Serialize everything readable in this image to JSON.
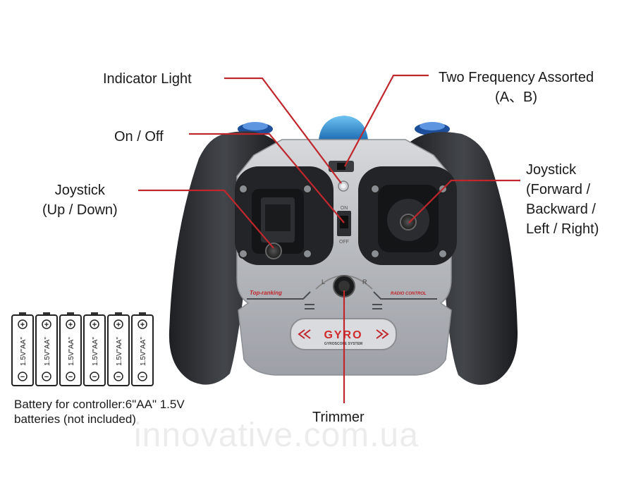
{
  "labels": {
    "indicator_light": "Indicator Light",
    "two_frequency": "Two Frequency Assorted",
    "two_frequency_sub": "(A、B)",
    "on_off": "On / Off",
    "joystick_left": "Joystick",
    "joystick_left_sub": "(Up / Down)",
    "joystick_right": "Joystick",
    "joystick_right_sub1": "(Forward /",
    "joystick_right_sub2": "Backward /",
    "joystick_right_sub3": "Left / Right)",
    "trimmer": "Trimmer",
    "battery_line1": "Battery for controller:6\"AA\" 1.5V",
    "battery_line2": "batteries (not included)"
  },
  "device": {
    "brand_badge": "GYRO",
    "brand_badge_sub": "GYROSCOPE SYSTEM",
    "panel_left_text": "Top-ranking",
    "panel_right_text": "RADIO CONTROL",
    "switch_on": "ON",
    "switch_off": "OFF",
    "trim_left": "L",
    "trim_right": "R"
  },
  "batteries": {
    "label": "1.5V\"AA\"",
    "plus": "+",
    "minus": "−"
  },
  "watermark": "innovative.com.ua",
  "colors": {
    "pointer_line": "#c0272d",
    "grip": "#2a2c30",
    "panel": "#b9bcc1",
    "accent_blue": "#2f8fd6"
  }
}
